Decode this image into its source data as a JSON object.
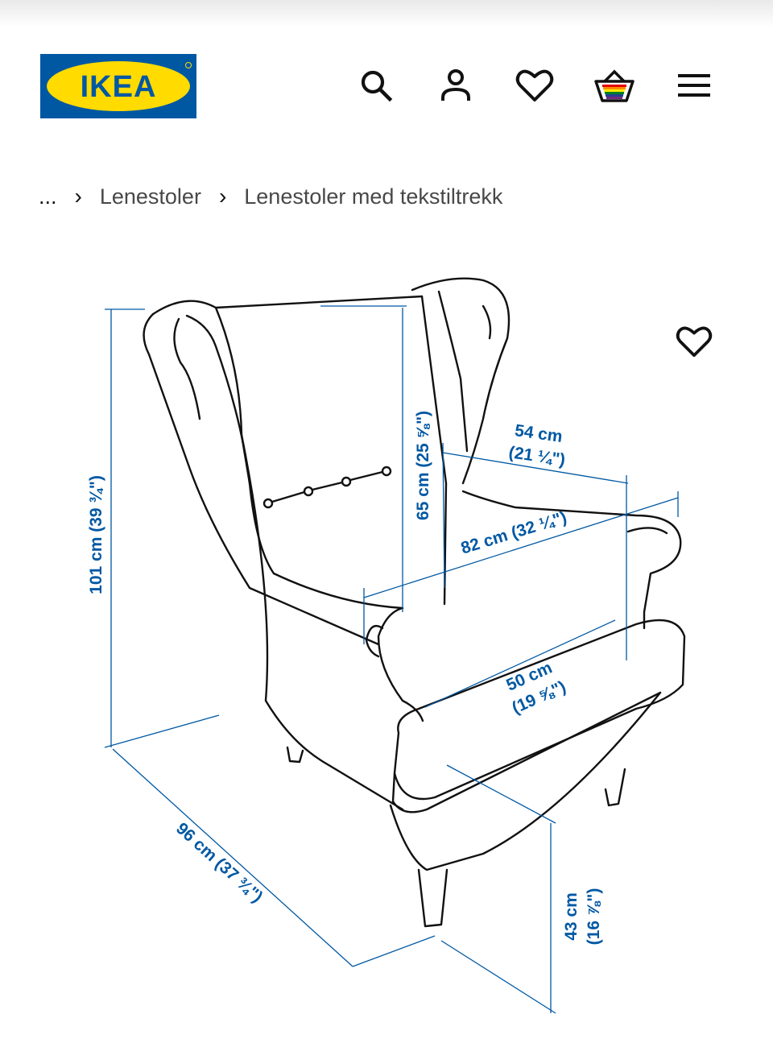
{
  "header": {
    "logo_text": "IKEA",
    "icons": [
      "search-icon",
      "user-icon",
      "heart-icon",
      "basket-icon",
      "menu-icon"
    ],
    "colors": {
      "brand_blue": "#0058a3",
      "brand_yellow": "#ffdb00"
    }
  },
  "breadcrumb": {
    "ellipsis": "...",
    "items": [
      "Lenestoler",
      "Lenestoler med tekstiltrekk"
    ]
  },
  "product_image": {
    "dimensions": {
      "height_total": "101 cm (39 ¾\")",
      "backrest_height": "65 cm (25 ⅝\")",
      "seat_width": "54 cm",
      "seat_width_in": "(21 ¼\")",
      "width_total": "82 cm (32 ¼\")",
      "seat_depth": "50 cm",
      "seat_depth_in": "(19 ⅝\")",
      "depth_total": "96 cm (37 ¾\")",
      "seat_height": "43 cm",
      "seat_height_in": "(16 ⅞\")"
    },
    "dimension_color": "#0058a3",
    "favorite_icon": "heart-icon"
  }
}
